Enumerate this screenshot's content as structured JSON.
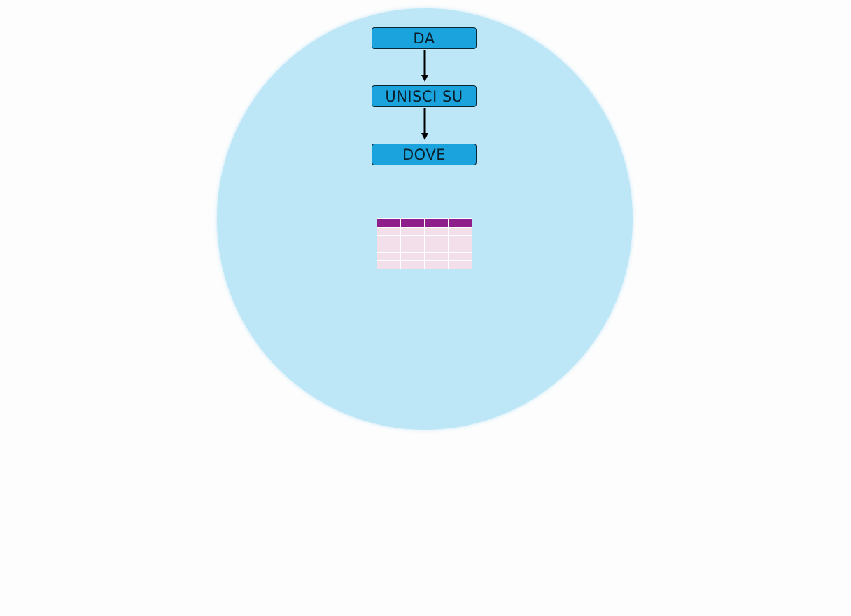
{
  "diagram": {
    "steps": [
      {
        "label": "DA"
      },
      {
        "label": "UNISCI SU"
      },
      {
        "label": "DOVE"
      }
    ],
    "table_icon": {
      "name": "table-icon",
      "columns": 4,
      "rows": 6,
      "header_color": "#8e1f8a",
      "cell_color": "#f2dfe9"
    },
    "colors": {
      "background_circle": "#bde6f7",
      "step_fill": "#1aa3dc",
      "arrow": "#000000"
    }
  }
}
